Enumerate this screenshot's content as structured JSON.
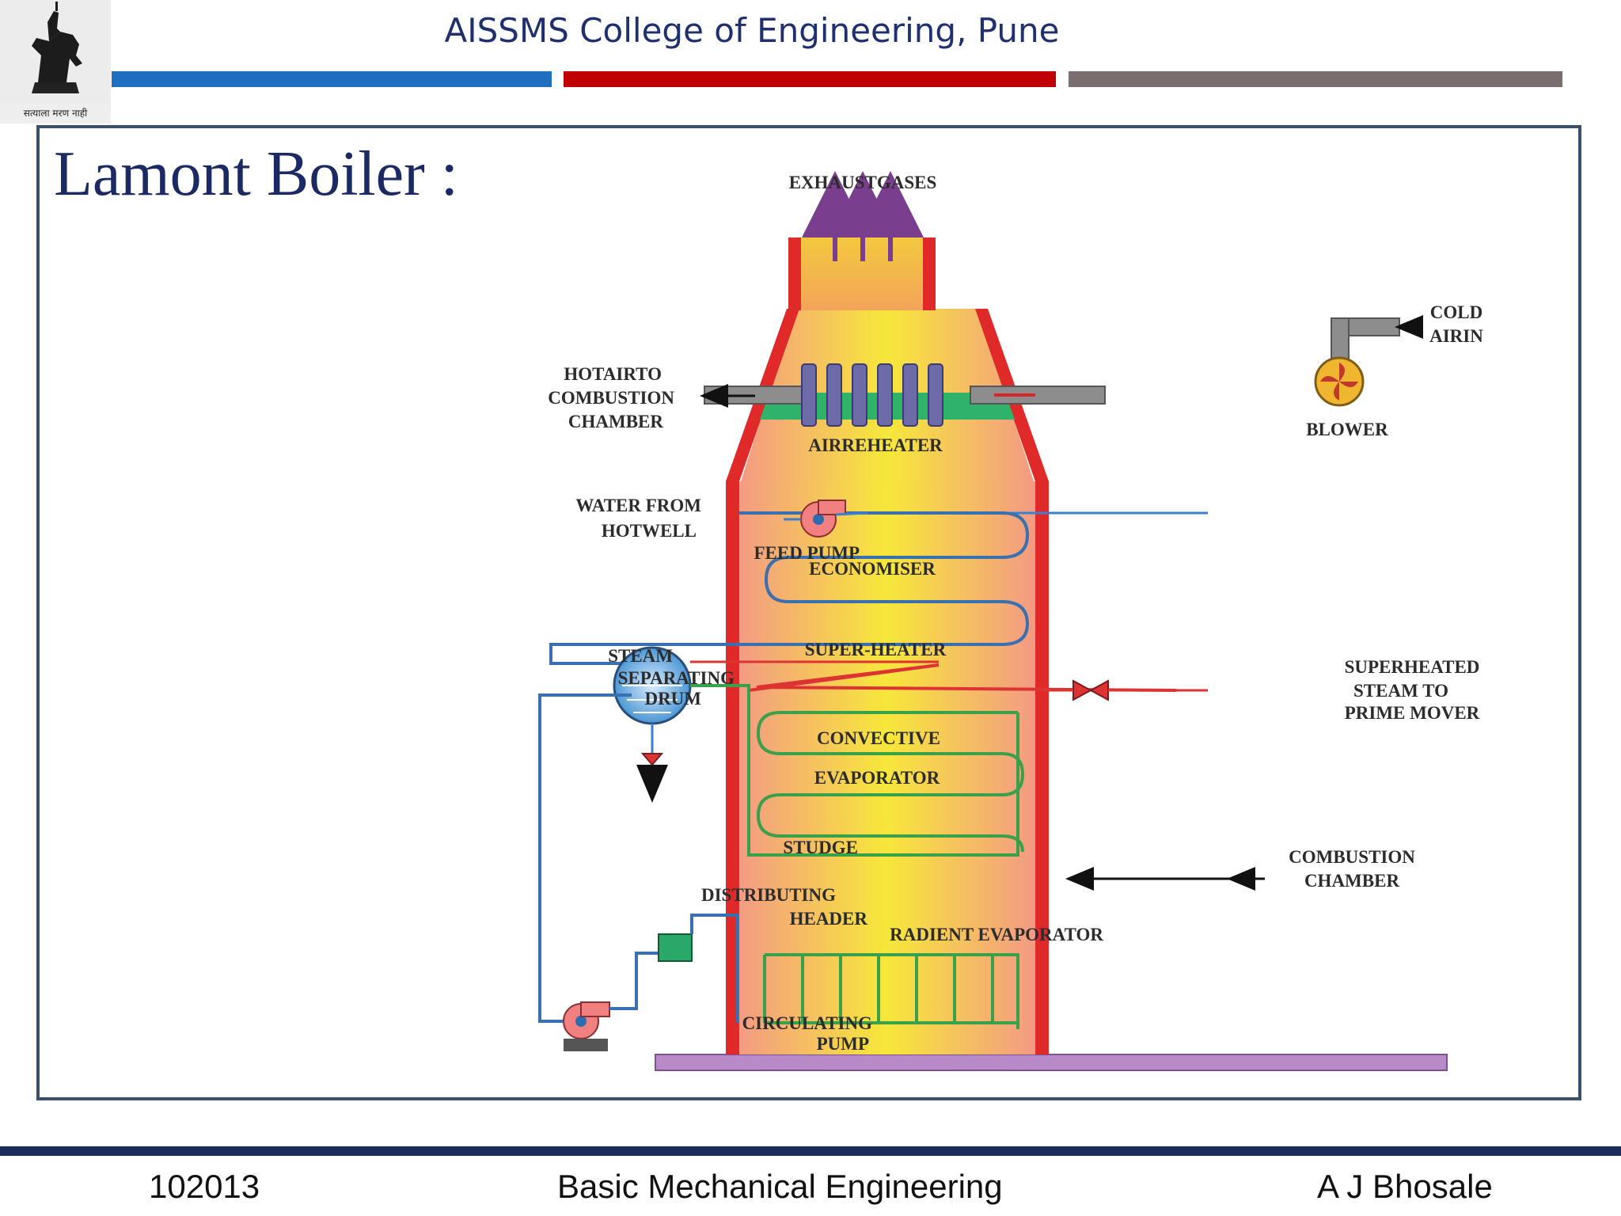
{
  "header": {
    "institution": "AISSMS College of Engineering, Pune",
    "logo_caption": "सत्याला मरण नाही",
    "bar_colors": [
      "#1f6fc0",
      "#c00000",
      "#7a6e6e"
    ]
  },
  "slide": {
    "title": "Lamont Boiler :"
  },
  "diagram": {
    "labels": {
      "exhaust_gases": "EXHAUSTGASES",
      "cold_air_1": "COLD",
      "cold_air_2": "AIRIN",
      "hot_air_1": "HOTAIRTO",
      "hot_air_2": "COMBUSTION",
      "hot_air_3": "CHAMBER",
      "blower": "BLOWER",
      "air_preheater": "AIRREHEATER",
      "water_from_1": "WATER FROM",
      "water_from_2": "HOTWELL",
      "feed_pump": "FEED PUMP",
      "economiser": "ECONOMISER",
      "super_heater": "SUPER-HEATER",
      "steam_drum_1": "STEAM",
      "steam_drum_2": "SEPARATING",
      "steam_drum_3": "DRUM",
      "superheated_1": "SUPERHEATED",
      "superheated_2": "STEAM TO",
      "superheated_3": "PRIME MOVER",
      "convective": "CONVECTIVE",
      "evaporator": "EVAPORATOR",
      "studge": "STUDGE",
      "combustion_1": "COMBUSTION",
      "combustion_2": "CHAMBER",
      "distributing_1": "DISTRIBUTING",
      "distributing_2": "HEADER",
      "radient_evaporator": "RADIENT EVAPORATOR",
      "circulating_1": "CIRCULATING",
      "circulating_2": "PUMP"
    }
  },
  "footer": {
    "course_code": "102013",
    "course_name": "Basic Mechanical Engineering",
    "author": "A J Bhosale",
    "band_color": "#1a2d5a"
  }
}
